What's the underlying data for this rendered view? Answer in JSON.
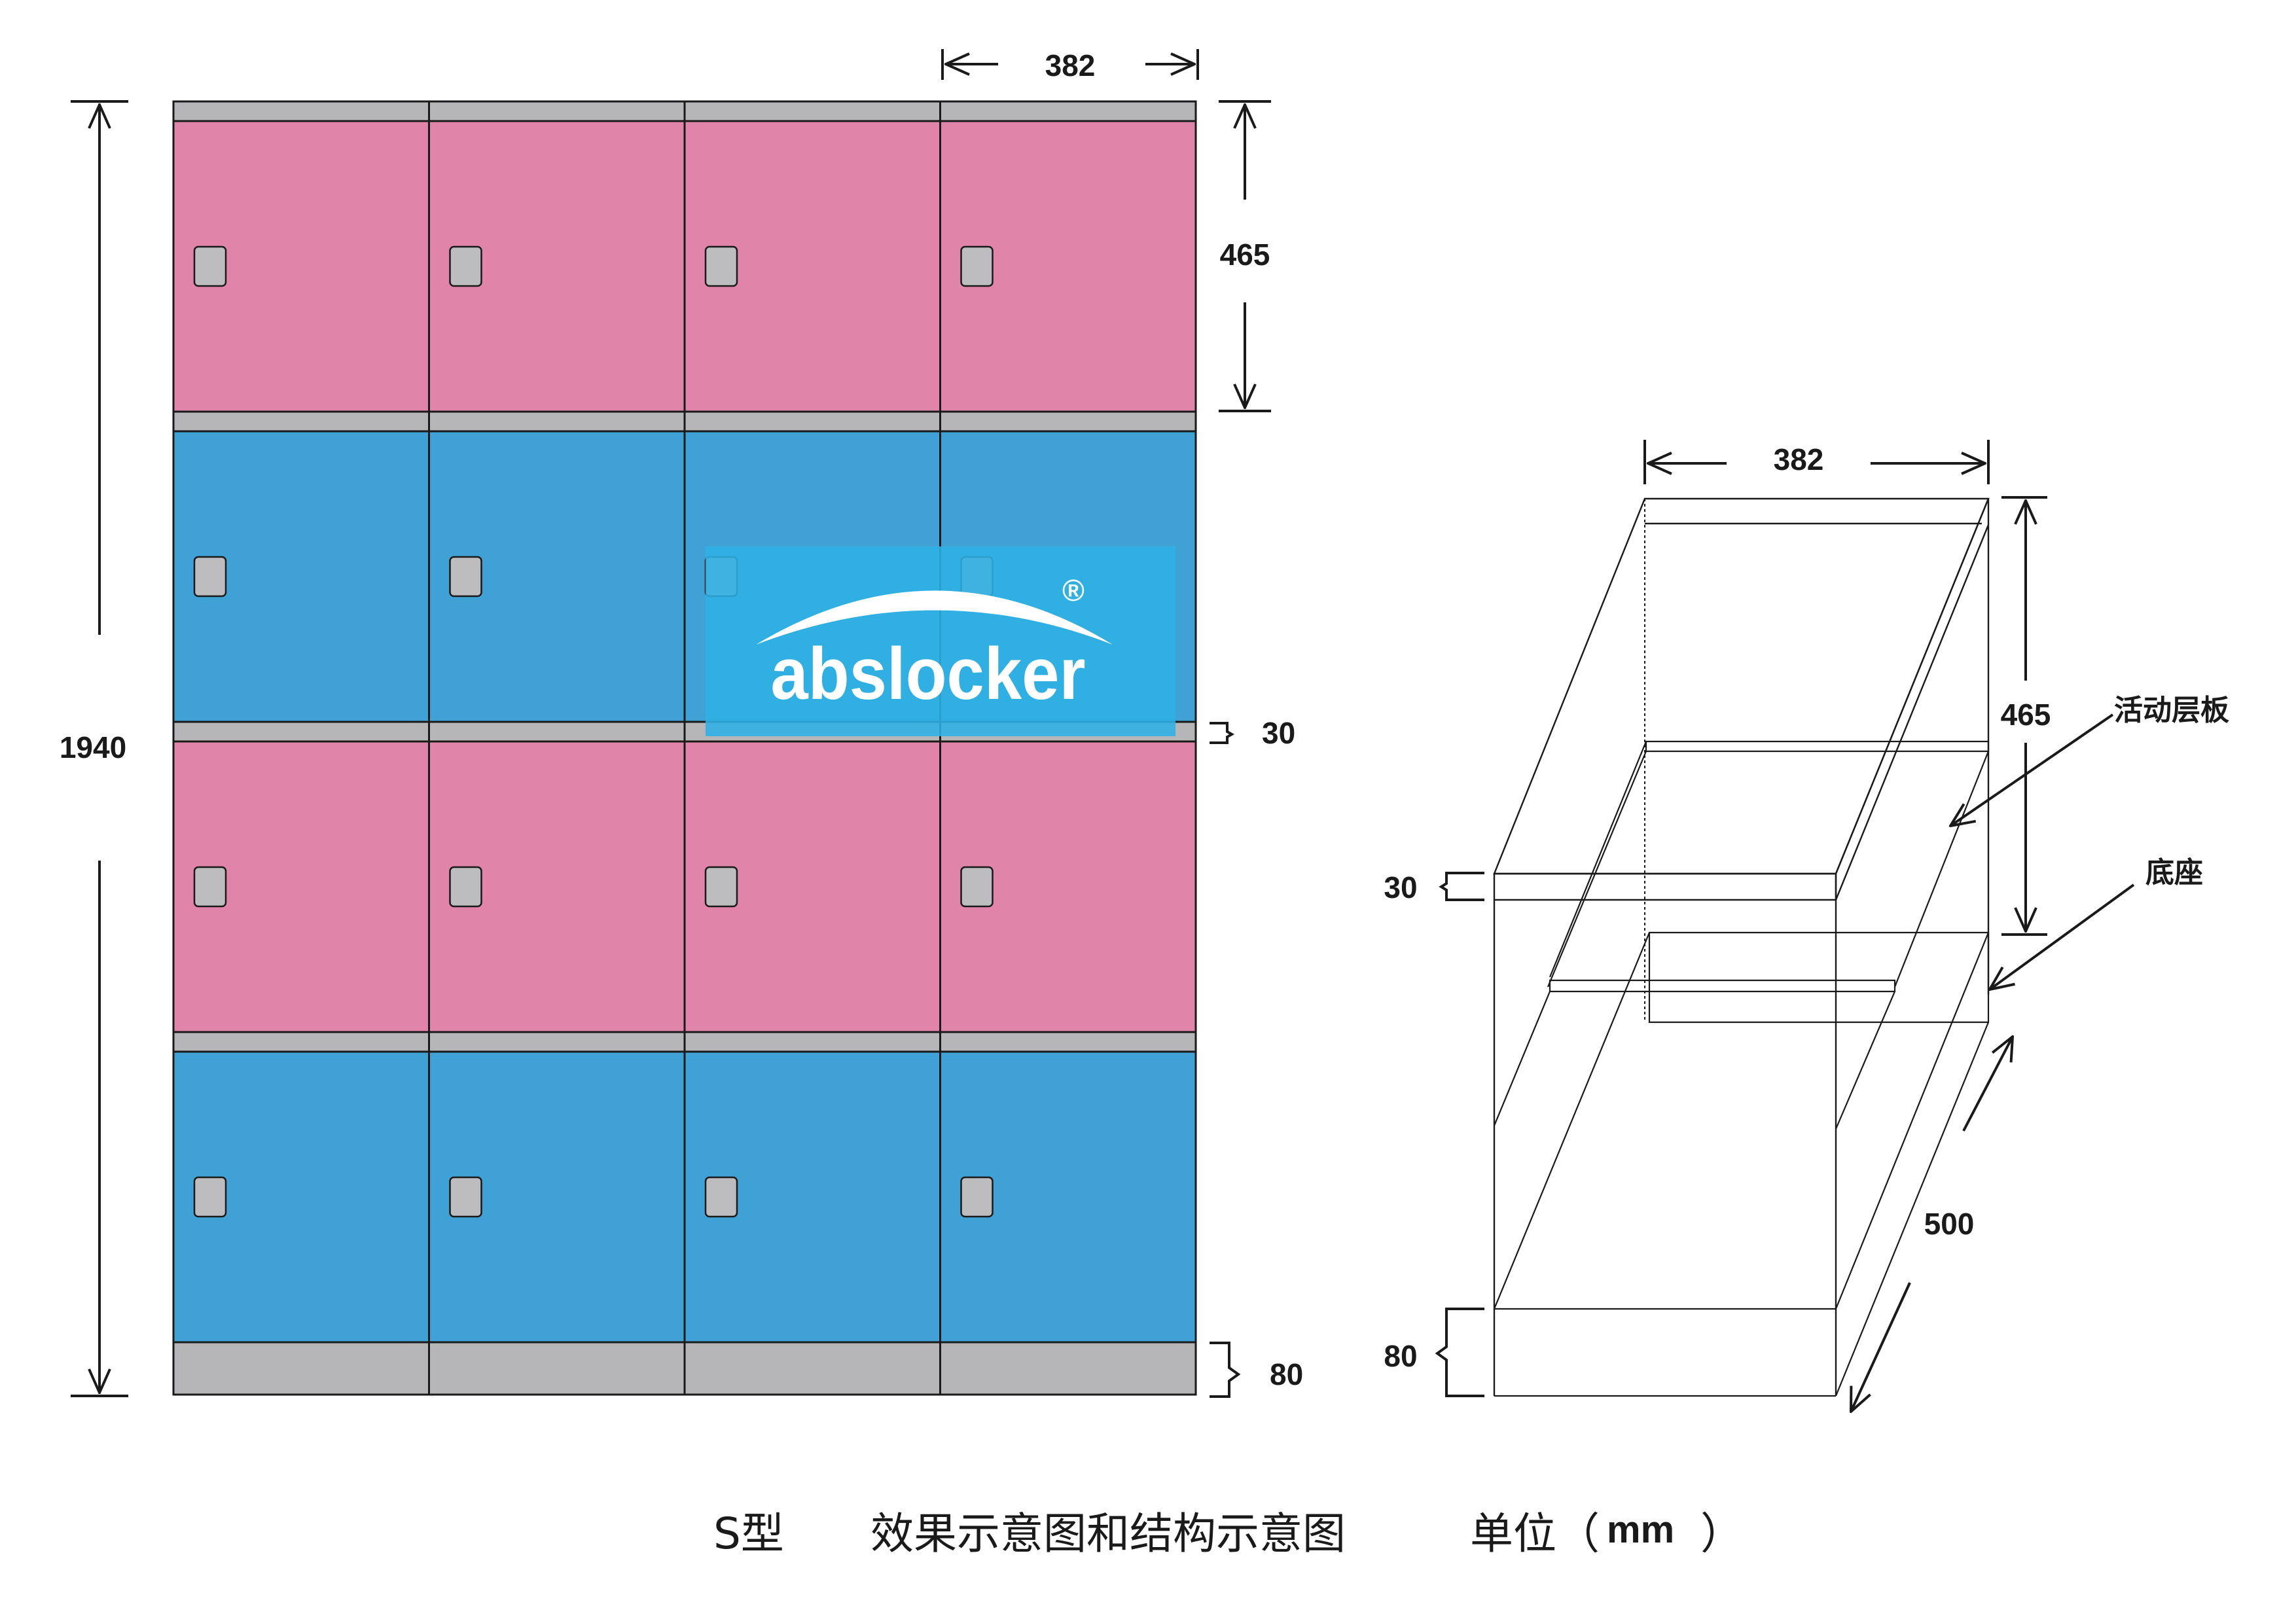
{
  "colors": {
    "pink_door": "#e085a9",
    "blue_door": "#40a2d4",
    "gray_panel": "#b6b6b8",
    "lock": "#bdbdbf",
    "line": "#1a1a1a",
    "watermark_bg": "#2eb1e5"
  },
  "front_view": {
    "columns": 4,
    "rows": [
      {
        "color": "pink"
      },
      {
        "color": "blue"
      },
      {
        "color": "pink"
      },
      {
        "color": "blue"
      }
    ],
    "dimensions": {
      "total_height": "1940",
      "width": "382",
      "door_height": "465",
      "shelf_thickness": "30",
      "base_height": "80"
    }
  },
  "structure_view": {
    "dimensions": {
      "width": "382",
      "height": "465",
      "shelf_thickness": "30",
      "base_height": "80",
      "depth": "500"
    },
    "callouts": {
      "shelf": "活动层板",
      "base": "底座"
    }
  },
  "watermark": {
    "brand": "abslocker",
    "mark": "®"
  },
  "caption": {
    "model": "S型",
    "title": "效果示意图和结构示意图",
    "unit_label": "单位（",
    "unit": "mm",
    "unit_close": "）"
  }
}
